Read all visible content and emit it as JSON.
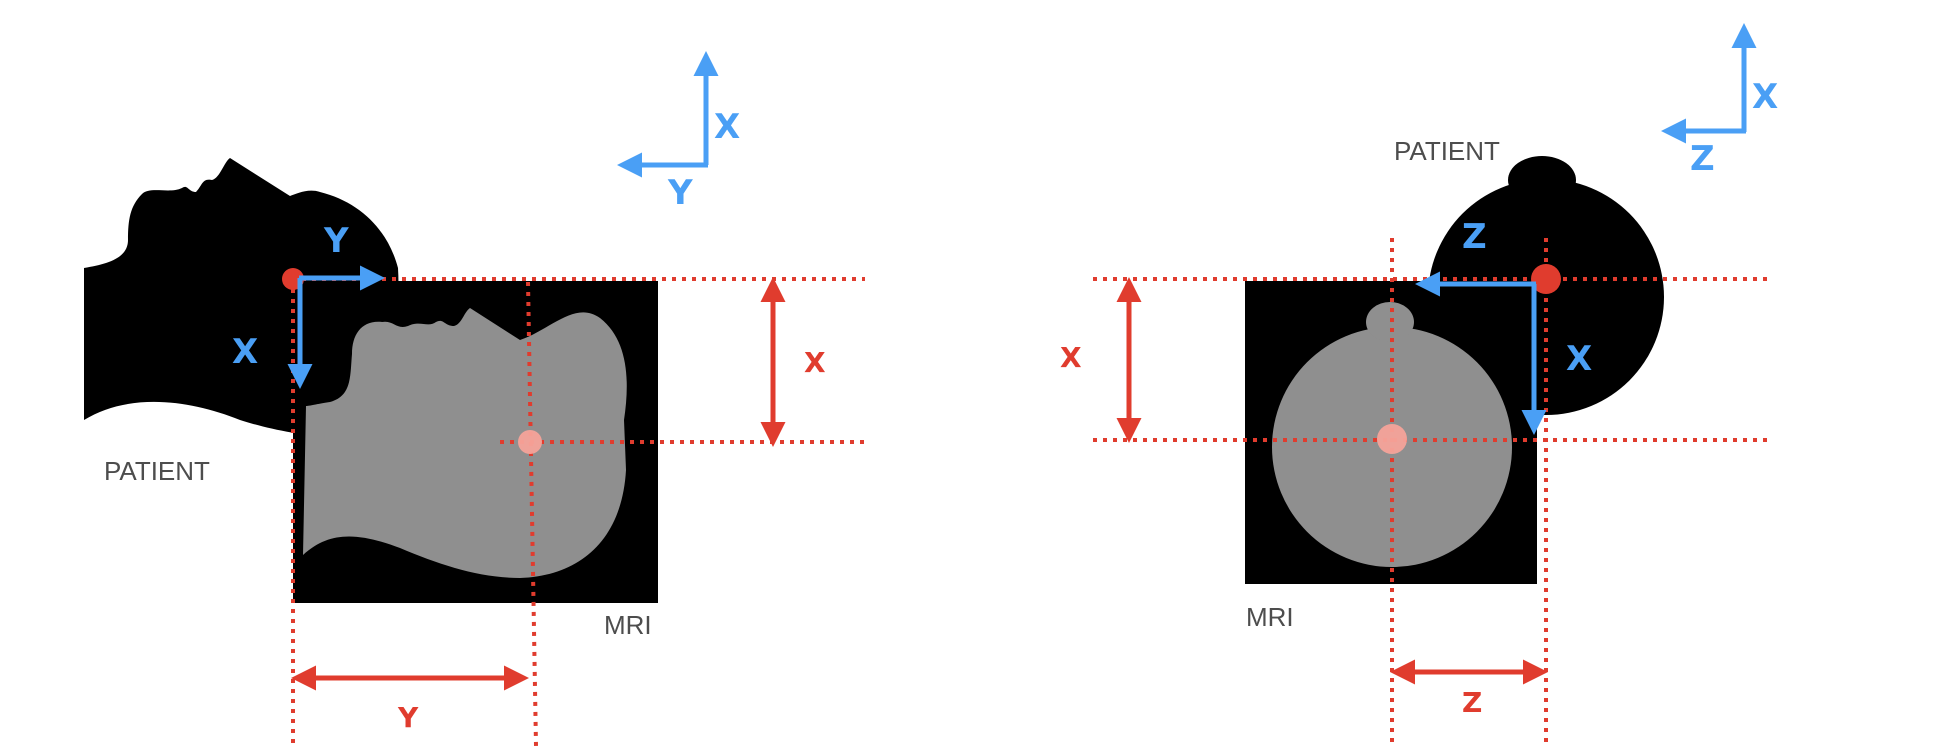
{
  "colors": {
    "blue": "#4a9ff5",
    "red": "#e03c2e",
    "silhouette": "#000000",
    "scan": "#8f8f8f",
    "gray_text": "#4d4d4d",
    "target_dot": "#f5a39a"
  },
  "left_panel": {
    "patient_label": "PATIENT",
    "mri_label": "MRI",
    "legend_axes": {
      "vertical": "X",
      "horizontal": "Y"
    },
    "patient_axes": {
      "horizontal": "Y",
      "vertical": "X"
    },
    "measurements": {
      "vertical": "X",
      "horizontal": "Y"
    }
  },
  "right_panel": {
    "patient_label": "PATIENT",
    "mri_label": "MRI",
    "legend_axes": {
      "vertical": "X",
      "horizontal": "Z"
    },
    "patient_axes": {
      "horizontal": "Z",
      "vertical": "X"
    },
    "measurements": {
      "vertical": "X",
      "horizontal": "Z"
    }
  }
}
